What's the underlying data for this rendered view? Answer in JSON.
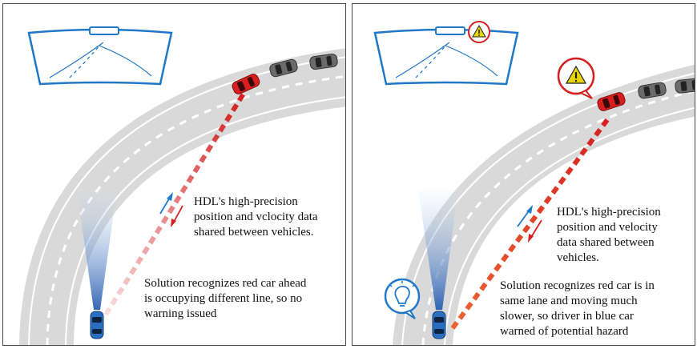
{
  "panels": [
    {
      "id": "left",
      "v2v_caption": [
        "HDL's high-precision",
        "position and vclocity data",
        "shared between vehicles."
      ],
      "result_caption": [
        "Solution recognizes red car ahead",
        "is occupying different line, so no",
        "warning issued"
      ],
      "warning_issued": false
    },
    {
      "id": "right",
      "v2v_caption": [
        "HDL's high-precision",
        "position and velocity",
        "data shared between",
        "vehicles."
      ],
      "result_caption": [
        "Solution recognizes red car is in",
        "same lane and moving much",
        "slower, so driver in blue car",
        "warned of potential hazard"
      ],
      "warning_issued": true
    }
  ],
  "colors": {
    "road": "#d9d9d9",
    "lane_marking": "#ffffff",
    "windshield": "#1f78c8",
    "ego_car": "#2a6fbf",
    "lead_car": "#d81e1e",
    "other_cars": "#6b6b6b",
    "sensor_cone": "#5b8fd6",
    "signal_link": "#d42020",
    "warning": "#e8d400",
    "warning_ring": "#d42020",
    "hint_icon": "#1f78c8"
  }
}
